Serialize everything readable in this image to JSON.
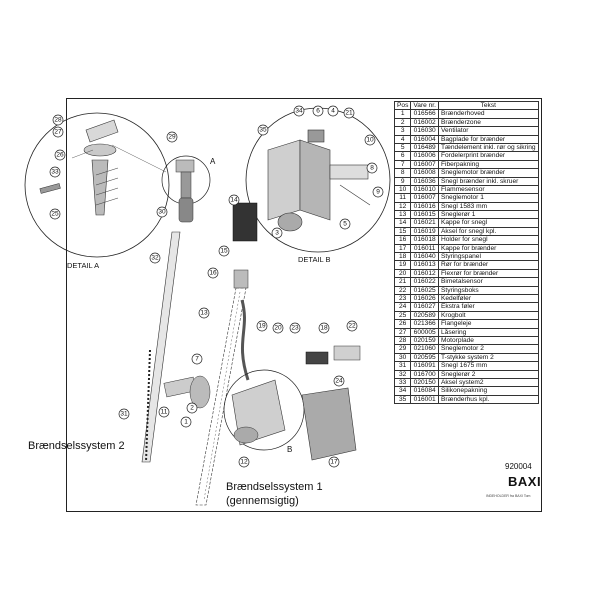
{
  "table": {
    "headers": {
      "pos": "Pos",
      "vare": "Vare nr.",
      "tekst": "Tekst"
    },
    "rows": [
      {
        "pos": "1",
        "vare": "016566",
        "tekst": "Brænderhoved"
      },
      {
        "pos": "2",
        "vare": "016002",
        "tekst": "Brænderzone"
      },
      {
        "pos": "3",
        "vare": "016030",
        "tekst": "Ventilator"
      },
      {
        "pos": "4",
        "vare": "016004",
        "tekst": "Bagplade for brænder"
      },
      {
        "pos": "5",
        "vare": "016489",
        "tekst": "Tændelement inkl. rør og sikring"
      },
      {
        "pos": "6",
        "vare": "016006",
        "tekst": "Fordelerprint brænder"
      },
      {
        "pos": "7",
        "vare": "016007",
        "tekst": "Fiberpakning"
      },
      {
        "pos": "8",
        "vare": "016008",
        "tekst": "Sneglemotor brænder"
      },
      {
        "pos": "9",
        "vare": "016036",
        "tekst": "Snegl brænder inkl. skruer"
      },
      {
        "pos": "10",
        "vare": "016010",
        "tekst": "Flammesensor"
      },
      {
        "pos": "11",
        "vare": "016007",
        "tekst": "Sneglemotor 1"
      },
      {
        "pos": "12",
        "vare": "016016",
        "tekst": "Snegl 1583 mm"
      },
      {
        "pos": "13",
        "vare": "016015",
        "tekst": "Sneglerør 1"
      },
      {
        "pos": "14",
        "vare": "016021",
        "tekst": "Kappe for snegl"
      },
      {
        "pos": "15",
        "vare": "016019",
        "tekst": "Aksel for snegl kpl."
      },
      {
        "pos": "16",
        "vare": "016018",
        "tekst": "Holder for snegl"
      },
      {
        "pos": "17",
        "vare": "016011",
        "tekst": "Kappe for brænder"
      },
      {
        "pos": "18",
        "vare": "016040",
        "tekst": "Styringspanel"
      },
      {
        "pos": "19",
        "vare": "016013",
        "tekst": "Rør for brænder"
      },
      {
        "pos": "20",
        "vare": "016012",
        "tekst": "Flexrør for brænder"
      },
      {
        "pos": "21",
        "vare": "016022",
        "tekst": "Bimetalsensor"
      },
      {
        "pos": "22",
        "vare": "016025",
        "tekst": "Styringsboks"
      },
      {
        "pos": "23",
        "vare": "016026",
        "tekst": "Kedelføler"
      },
      {
        "pos": "24",
        "vare": "016027",
        "tekst": "Ekstra føler"
      },
      {
        "pos": "25",
        "vare": "020589",
        "tekst": "Krogbolt"
      },
      {
        "pos": "26",
        "vare": "021366",
        "tekst": "Flangeleje"
      },
      {
        "pos": "27",
        "vare": "600005",
        "tekst": "Låsering"
      },
      {
        "pos": "28",
        "vare": "020159",
        "tekst": "Motorplade"
      },
      {
        "pos": "29",
        "vare": "021060",
        "tekst": "Sneglemotor 2"
      },
      {
        "pos": "30",
        "vare": "020595",
        "tekst": "T-stykke system 2"
      },
      {
        "pos": "31",
        "vare": "016091",
        "tekst": "Snegl 1675 mm"
      },
      {
        "pos": "32",
        "vare": "016700",
        "tekst": "Sneglerør 2"
      },
      {
        "pos": "33",
        "vare": "020150",
        "tekst": "Aksel system2"
      },
      {
        "pos": "34",
        "vare": "016084",
        "tekst": "Silikonepakning"
      },
      {
        "pos": "35",
        "vare": "016001",
        "tekst": "Brænderhus kpl."
      }
    ]
  },
  "labels": {
    "detail_a": "DETAIL A",
    "detail_b": "DETAIL B",
    "marker_a": "A",
    "marker_b": "B",
    "system2": "Brændselssystem 2",
    "system1_line1": "Brændselssystem 1",
    "system1_line2": "(gennemsigtig)"
  },
  "footer": {
    "doc_number": "920004",
    "brand": "BAXI",
    "brand_sub": "INDEHOLDER fra BAXI Tom"
  },
  "callouts_detail_a": [
    "28",
    "27",
    "26",
    "33",
    "25"
  ],
  "callouts_detail_b": [
    "35",
    "34",
    "6",
    "4",
    "21",
    "10",
    "8",
    "9",
    "3",
    "5"
  ],
  "callouts_main": [
    "29",
    "30",
    "32",
    "31",
    "14",
    "15",
    "16",
    "13",
    "19",
    "20",
    "7",
    "2",
    "1",
    "11",
    "12",
    "17",
    "23",
    "18",
    "22",
    "24"
  ]
}
